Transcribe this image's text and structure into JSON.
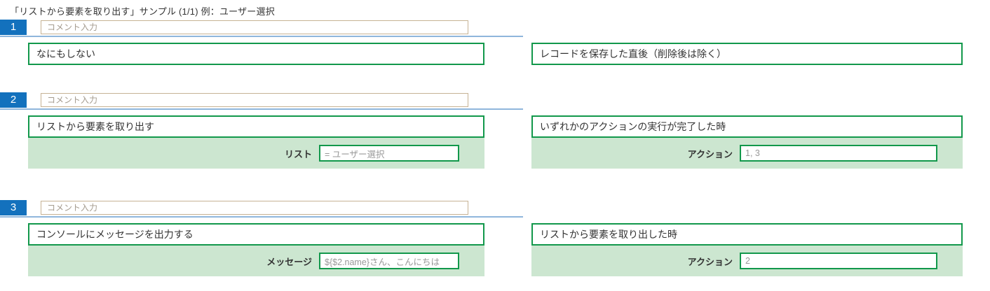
{
  "page_title": "「リストから要素を取り出す」サンプル (1/1) 例：ユーザー選択",
  "comment_placeholder": "コメント入力",
  "colors": {
    "badge_blue": "#1371bd",
    "divider_blue": "#8fb6dc",
    "comment_border_tan": "#c6b294",
    "card_border_green": "#12984b",
    "panel_green": "#cce6d0",
    "value_text_gray": "#999999"
  },
  "steps": [
    {
      "number": "1",
      "action": {
        "title": "なにもしない",
        "fields": []
      },
      "condition": {
        "title": "レコードを保存した直後（削除後は除く）",
        "fields": []
      }
    },
    {
      "number": "2",
      "action": {
        "title": "リストから要素を取り出す",
        "fields": [
          {
            "label": "リスト",
            "value": "= ユーザー選択"
          }
        ]
      },
      "condition": {
        "title": "いずれかのアクションの実行が完了した時",
        "fields": [
          {
            "label": "アクション",
            "value": "1, 3"
          }
        ]
      }
    },
    {
      "number": "3",
      "action": {
        "title": "コンソールにメッセージを出力する",
        "fields": [
          {
            "label": "メッセージ",
            "value": "${$2.name}さん、こんにちは"
          }
        ]
      },
      "condition": {
        "title": "リストから要素を取り出した時",
        "fields": [
          {
            "label": "アクション",
            "value": "2"
          }
        ]
      }
    }
  ]
}
